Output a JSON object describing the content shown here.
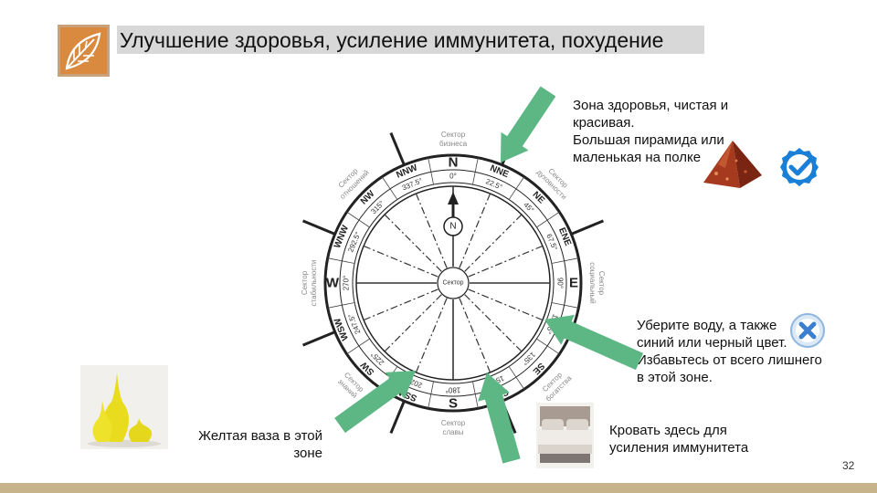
{
  "title": "Улучшение здоровья, усиление иммунитета, похудение",
  "page_number": "32",
  "callouts": {
    "health_zone": [
      "Зона здоровья, чистая и",
      "красивая.",
      "Большая пирамида или",
      "маленькая на полке"
    ],
    "water": [
      "Уберите воду, а также",
      "синий или черный цвет.",
      "Избавьтесь от всего лишнего",
      "в этой зоне."
    ],
    "bed": [
      "Кровать здесь для",
      "усиления иммунитета"
    ],
    "vase": [
      "Желтая ваза в этой",
      "зоне"
    ]
  },
  "compass": {
    "directions": [
      "N",
      "NNE",
      "NE",
      "ENE",
      "E",
      "ESE",
      "SE",
      "SSE",
      "S",
      "SSW",
      "SW",
      "WSW",
      "W",
      "WNW",
      "NW",
      "NNW"
    ],
    "degrees": [
      "0°",
      "22.5°",
      "45°",
      "67.5°",
      "90°",
      "112.5°",
      "135°",
      "157.5°",
      "180°",
      "202.5°",
      "225°",
      "247.5°",
      "270°",
      "292.5°",
      "315°",
      "337.5°"
    ],
    "center_label": "Сектор",
    "north_label": "N",
    "sectors": [
      [
        "Сектор",
        "бизнеса"
      ],
      [
        "Сектор",
        "духовности"
      ],
      [
        "Сектор",
        "социальный"
      ],
      [
        "Сектор",
        "богатства"
      ],
      [
        "Сектор",
        "славы"
      ],
      [
        "Сектор",
        "знаний"
      ],
      [
        "Сектор",
        "стабильности"
      ],
      [
        "Сектор",
        "отношений"
      ]
    ]
  },
  "icons": {
    "check": "check-icon",
    "cross": "cross-icon",
    "pyramid": "pyramid-image",
    "vases": "vases-image",
    "bed": "bed-image"
  },
  "colors": {
    "accent_green": "#5cb784",
    "footer": "#c8b48a",
    "logo": "#d88a40"
  }
}
